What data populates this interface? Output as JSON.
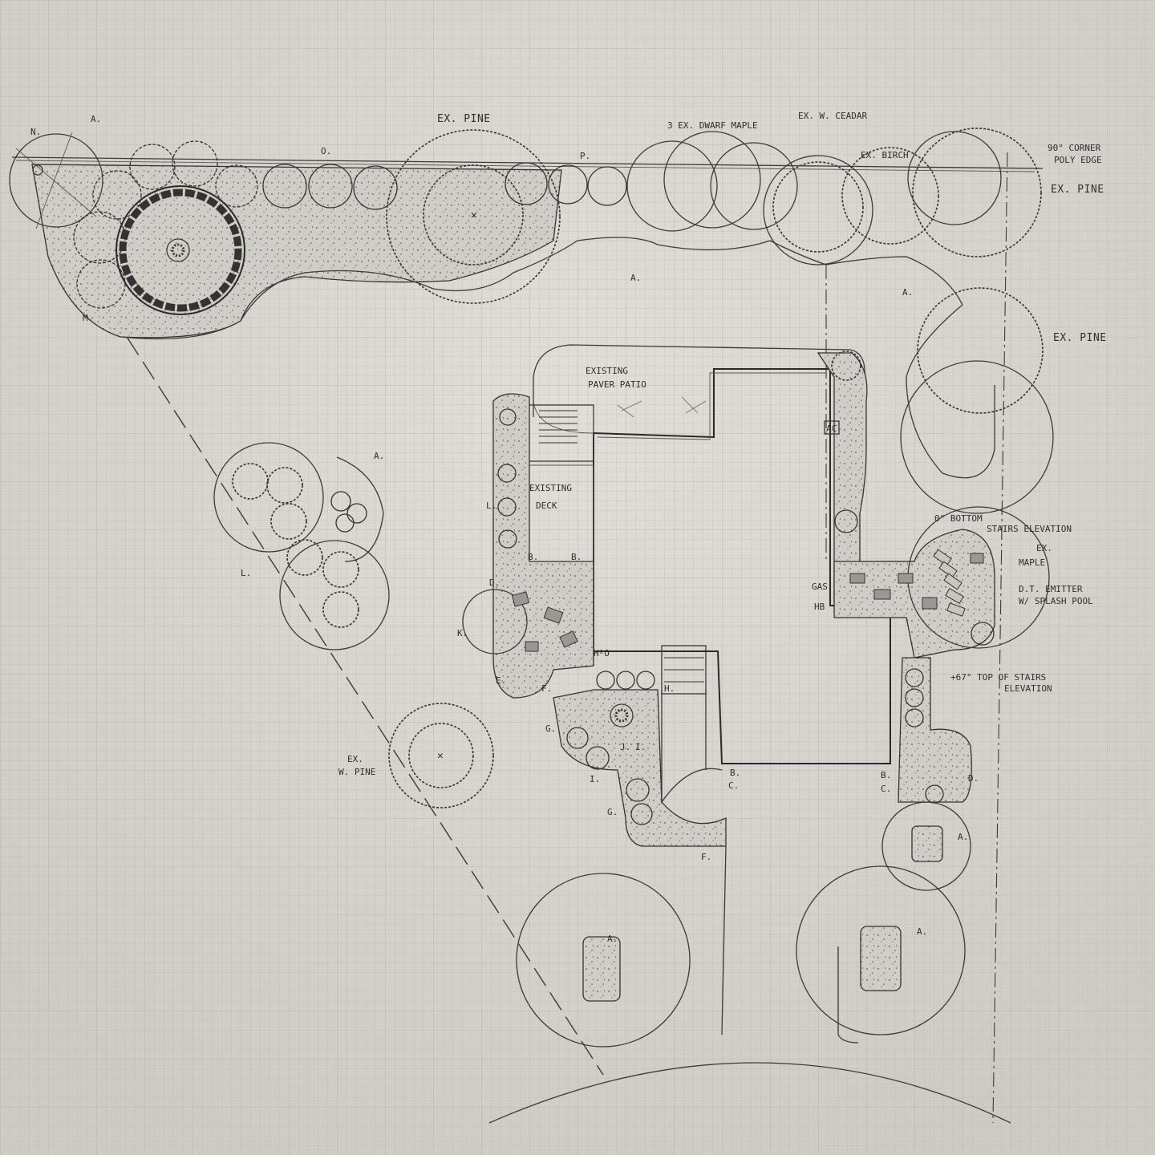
{
  "title_labels": {
    "ex_pine_top": "EX. PINE",
    "dwarf_maple": "3 EX. DWARF MAPLE",
    "ex_w_cedar": "EX. W. CEADAR",
    "ex_birch": "EX. BIRCH",
    "corner_note_1": "90° CORNER",
    "corner_note_2": "POLY EDGE",
    "ex_pine_right_top": "EX. PINE",
    "ex_pine_right_mid": "EX. PINE",
    "patio_1": "EXISTING",
    "patio_2": "PAVER PATIO",
    "deck_1": "EXISTING",
    "deck_2": "DECK",
    "bottom_stairs_1": "0\" BOTTOM",
    "bottom_stairs_2": "STAIRS ELEVATION",
    "ex_maple_1": "EX.",
    "ex_maple_2": "MAPLE",
    "emitter_1": "D.T. EMITTER",
    "emitter_2": "W/ SPLASH POOL",
    "top_stairs_1": "+67\" TOP OF STAIRS",
    "top_stairs_2": "ELEVATION",
    "ex_w_pine_1": "EX.",
    "ex_w_pine_2": "W. PINE",
    "ac": "AC",
    "gas": "GAS",
    "hb": "HB",
    "h2o": "H²O"
  },
  "plant_keys": {
    "a": "A.",
    "b": "B.",
    "c": "C.",
    "d": "D.",
    "e": "E.",
    "f": "F.",
    "g": "G.",
    "h": "H.",
    "i": "I.",
    "j": "J.",
    "k": "K.",
    "l": "L.",
    "m": "M.",
    "n": "N.",
    "o": "O.",
    "p": "P."
  }
}
